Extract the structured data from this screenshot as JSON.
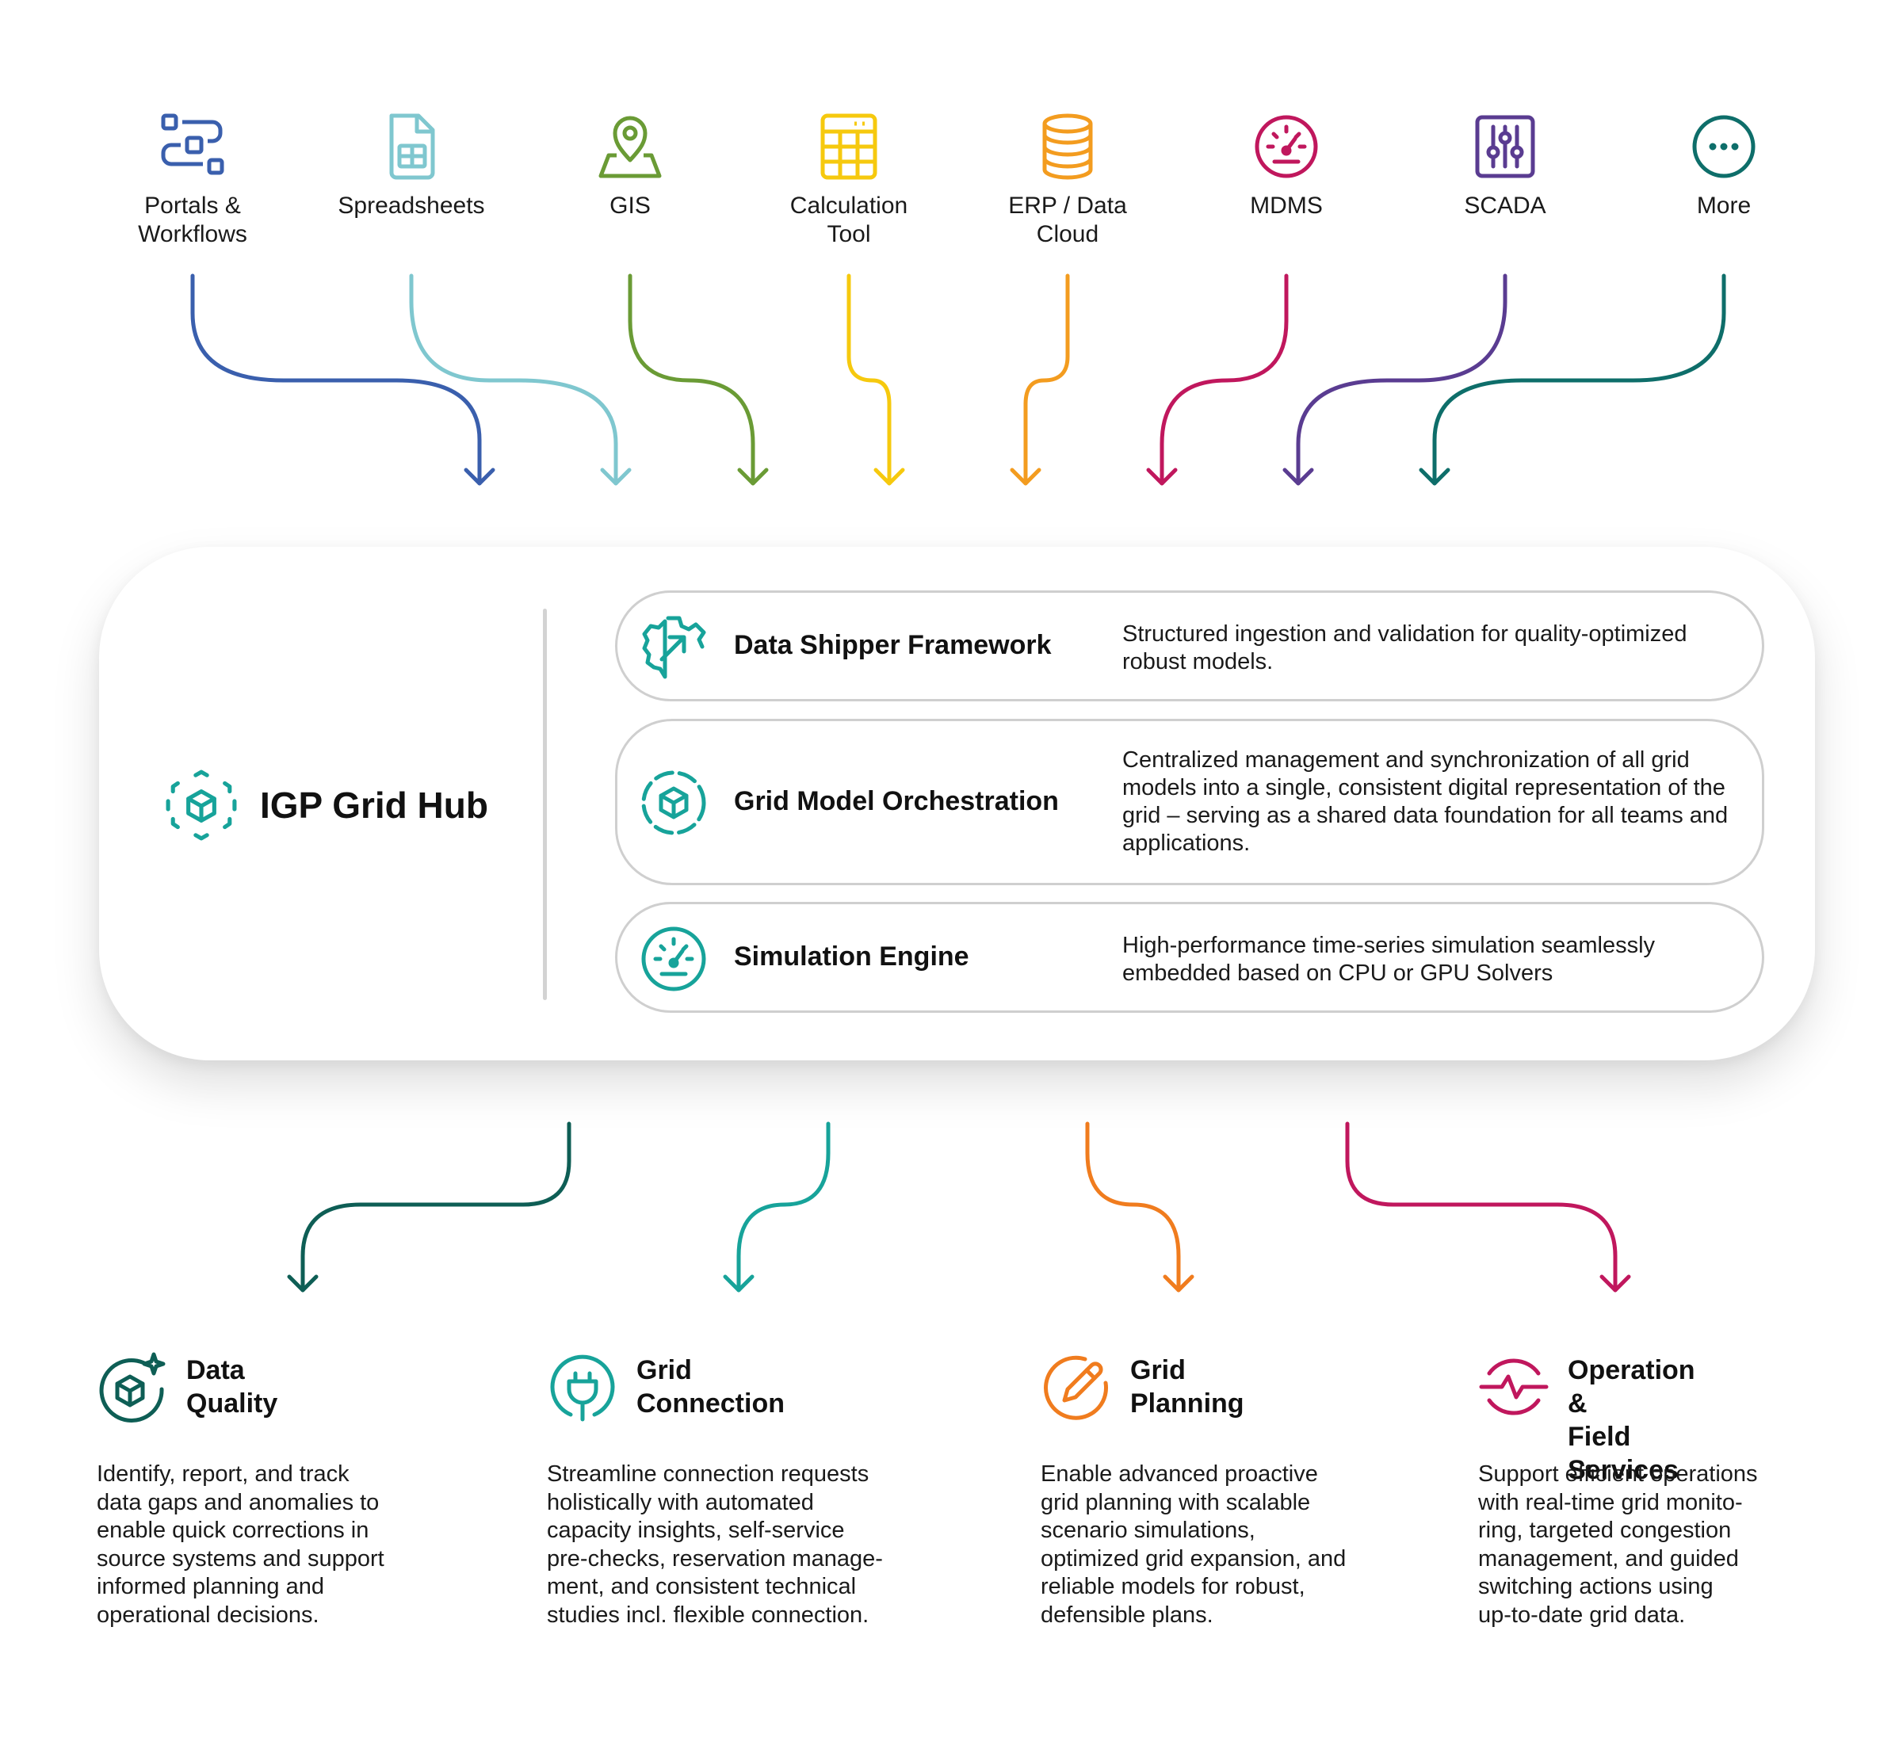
{
  "sources": [
    {
      "label": "Portals &\nWorkflows",
      "icon": "portals-icon",
      "color": "#3a5fad"
    },
    {
      "label": "Spreadsheets",
      "icon": "spreadsheet-icon",
      "color": "#7fc7cf"
    },
    {
      "label": "GIS",
      "icon": "map-pin-icon",
      "color": "#6a9b35"
    },
    {
      "label": "Calculation\nTool",
      "icon": "calculator-icon",
      "color": "#f6c90e"
    },
    {
      "label": "ERP / Data\nCloud",
      "icon": "database-icon",
      "color": "#f39c1f"
    },
    {
      "label": "MDMS",
      "icon": "meter-icon",
      "color": "#c0175d"
    },
    {
      "label": "SCADA",
      "icon": "sliders-icon",
      "color": "#5a3c91"
    },
    {
      "label": "More",
      "icon": "more-icon",
      "color": "#0e6e6a"
    }
  ],
  "hub": {
    "title": "IGP Grid Hub",
    "icon": "hub-cube-icon",
    "accent": "#17a39a",
    "components": [
      {
        "name": "Data Shipper Framework",
        "icon": "gear-arrow-icon",
        "description": "Structured ingestion and validation for quality-optimized robust models."
      },
      {
        "name": "Grid Model Orchestration",
        "icon": "cube-circle-icon",
        "description": "Centralized management and synchronization of all grid models into a single, consistent digital representation of the grid – serving as a shared data foundation for all teams and applications."
      },
      {
        "name": "Simulation Engine",
        "icon": "gauge-icon",
        "description": "High-performance time-series simulation seamlessly embedded based on CPU or GPU Solvers"
      }
    ]
  },
  "outputs": [
    {
      "title": "Data Quality",
      "icon": "cube-sparkle-icon",
      "color": "#0e5e55",
      "description": "Identify, report, and track\ndata gaps and anomalies to\nenable quick corrections in\nsource systems and support\ninformed planning and\noperational decisions."
    },
    {
      "title": "Grid Connection",
      "icon": "plug-icon",
      "color": "#17a39a",
      "description": "Streamline connection requests\nholistically with automated\ncapacity insights, self-service\npre-checks, reservation manage-\nment, and consistent technical\nstudies incl. flexible connection."
    },
    {
      "title": "Grid Planning",
      "icon": "pencil-circle-icon",
      "color": "#f07c1e",
      "description": "Enable advanced proactive\ngrid planning with scalable\nscenario simulations,\noptimized grid expansion, and\nreliable models for robust,\ndefensible plans."
    },
    {
      "title": "Operation &\nField Services",
      "icon": "pulse-icon",
      "color": "#c0175d",
      "description": "Support efficient operations\nwith real-time grid monito-\nring, targeted congestion\nmanagement, and guided\nswitching actions using\nup-to-date grid data."
    }
  ]
}
